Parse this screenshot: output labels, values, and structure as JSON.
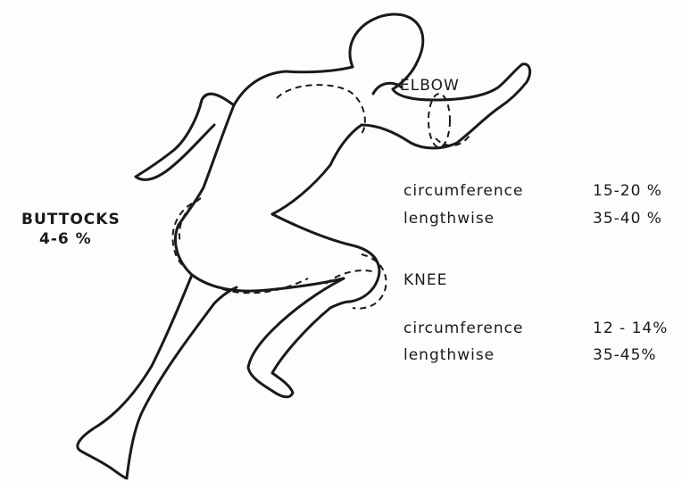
{
  "elbow": {
    "label": "ELBOW",
    "circumference": {
      "label": "circumference",
      "value": "15-20 %"
    },
    "lengthwise": {
      "label": "lengthwise",
      "value": "35-40 %"
    }
  },
  "knee": {
    "label": "KNEE",
    "circumference": {
      "label": "circumference",
      "value": "12 - 14%"
    },
    "lengthwise": {
      "label": "lengthwise",
      "value": "35-45%"
    }
  },
  "buttocks": {
    "label": "BUTTOCKS",
    "value": "4-6 %"
  },
  "colors": {
    "ink": "#1a1a1a",
    "paper": "#fdfdfb"
  }
}
